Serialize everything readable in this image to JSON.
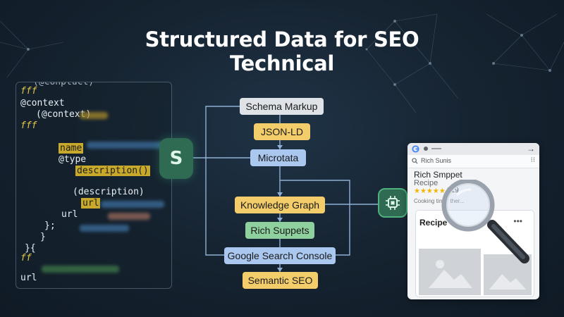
{
  "title_line1": "Structured Data for SEO",
  "title_line2": "Technical",
  "code_panel": {
    "line_top": "(@conptuct)",
    "line_hash1": "fff",
    "line_context": "@context",
    "line_context2": "(@context)",
    "line_hash2": "fff",
    "line_name": "name",
    "line_type": "@type",
    "line_description_fn": "description()",
    "line_description": "(description)",
    "line_url_hl": "url",
    "line_url": "url",
    "line_close1": "};",
    "line_close2": "}",
    "line_close3": "}{",
    "line_hash3": "ff",
    "line_url_bottom": "url"
  },
  "connector_glyph": "S",
  "flow": {
    "nodes": [
      {
        "id": "schema",
        "label": "Schema Markup",
        "color": "#dfe3e8"
      },
      {
        "id": "jsonld",
        "label": "JSON-LD",
        "color": "#f3cd6a"
      },
      {
        "id": "micro",
        "label": "Microtata",
        "color": "#a9c7ef"
      },
      {
        "id": "kg",
        "label": "Knowledge Graph",
        "color": "#f3cd6a"
      },
      {
        "id": "rich",
        "label": "Rich Suppets",
        "color": "#8fd19e"
      },
      {
        "id": "gsc",
        "label": "Google Search Console",
        "color": "#a9c7ef"
      },
      {
        "id": "sem",
        "label": "Semantic SEO",
        "color": "#f3cd6a"
      }
    ]
  },
  "browser": {
    "search_text": "Rich Sunis",
    "result_title": "Rich Smppet",
    "result_subtitle": "Recipe",
    "rating_stars": "★★★★★",
    "rating_count": "219",
    "snippet": "Cooking timer ther...",
    "card_title": "Recipe",
    "card_menu": "•••",
    "menu_arrow": "→",
    "menu_more": "⁝⁝"
  },
  "colors": {
    "node_gray": "#dfe3e8",
    "node_yellow": "#f3cd6a",
    "node_blue": "#a9c7ef",
    "node_green": "#8fd19e",
    "badge_green": "#2f6a52",
    "line": "#8fb0d6"
  }
}
